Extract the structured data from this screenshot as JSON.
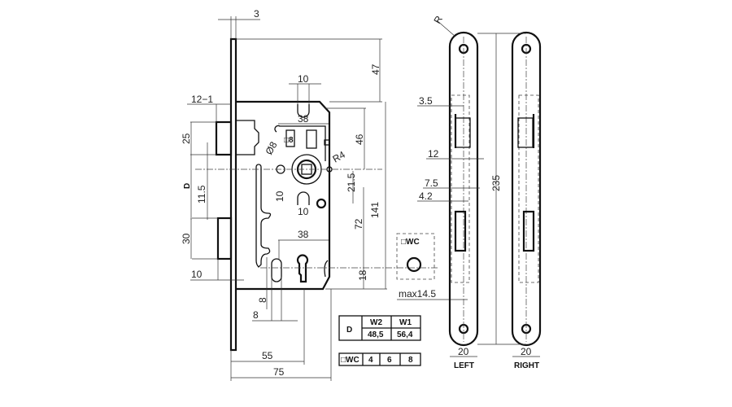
{
  "dimensions": {
    "faceplate_thickness": "3",
    "top_offset": "47",
    "top_slot_width": "10",
    "latch_projection": "12−1",
    "spindle_width": "38",
    "spindle_square": "□8",
    "hole_diameter": "Ø8",
    "radius": "R4",
    "spindle_height": "46",
    "latch_height": "25",
    "backset_label": "D",
    "latch_offset": "11.5",
    "spindle_offset": "21.5",
    "slot_height": "10",
    "bottom_slot_width": "10",
    "body_height": "141",
    "center_distance": "72",
    "cylinder_width": "38",
    "bolt_height": "30",
    "bolt_projection": "10",
    "bottom_offset": "18",
    "cylinder_slot_height": "8",
    "cylinder_slot_width": "8",
    "backset_55": "55",
    "body_width": "75",
    "wc_label": "□WC",
    "max_label": "max14.5"
  },
  "plates": {
    "radius": "R",
    "length": "235",
    "dim_3_5": "3.5",
    "dim_12": "12",
    "dim_7_5": "7.5",
    "dim_4_2": "4.2",
    "left_width": "20",
    "right_width": "20",
    "left_label": "LEFT",
    "right_label": "RIGHT"
  },
  "table_d": {
    "header": "D",
    "cols": [
      "W2",
      "W1"
    ],
    "values": [
      "48,5",
      "56,4"
    ]
  },
  "table_wc": {
    "header": "□WC",
    "values": [
      "4",
      "6",
      "8"
    ]
  }
}
